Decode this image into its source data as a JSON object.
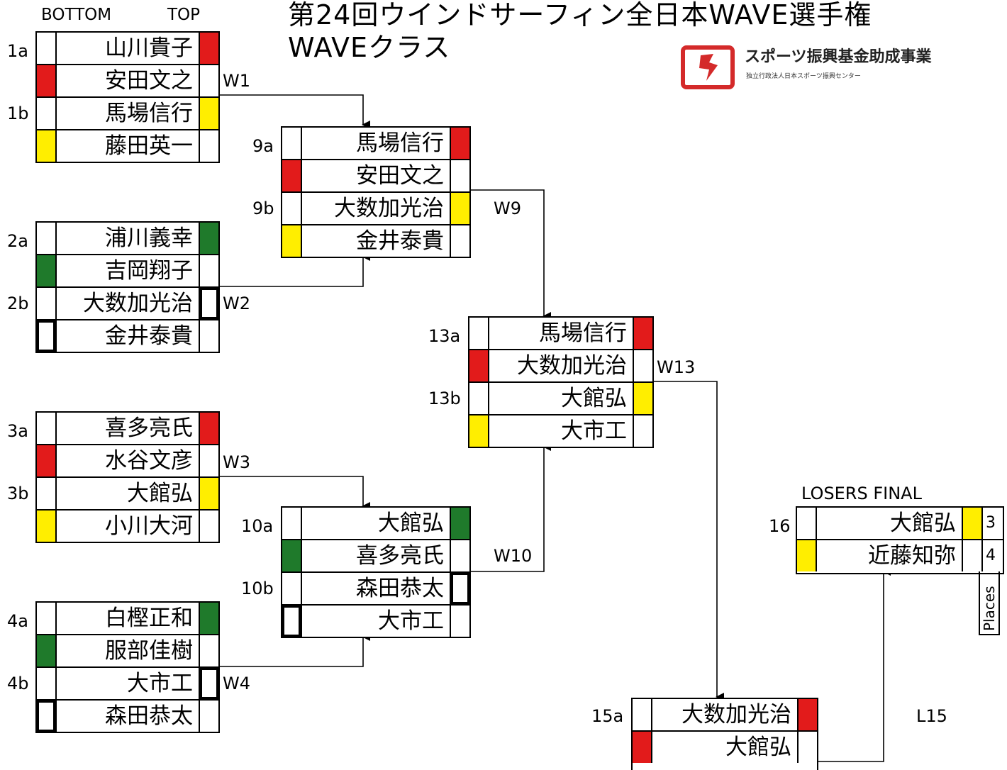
{
  "title": {
    "line1": "第24回ウインドサーフィン全日本WAVE選手権",
    "line2": "WAVEクラス"
  },
  "header": {
    "bottom": "BOTTOM",
    "top": "TOP"
  },
  "sponsor": {
    "name": "スポーツ振興基金助成事業",
    "org": "独立行政法人日本スポーツ振興センター",
    "accent": "#d42a2a"
  },
  "colors": {
    "red": "#e21b1b",
    "yellow": "#ffee00",
    "green": "#1f7a2b"
  },
  "heats": {
    "h1": {
      "labels": [
        "1a",
        "1b"
      ],
      "win": "W1",
      "rows": [
        {
          "name": "山川貴子",
          "left": "",
          "right": "red"
        },
        {
          "name": "安田文之",
          "left": "red",
          "right": ""
        },
        {
          "name": "馬場信行",
          "left": "",
          "right": "yellow"
        },
        {
          "name": "藤田英一",
          "left": "yellow",
          "right": ""
        }
      ]
    },
    "h2": {
      "labels": [
        "2a",
        "2b"
      ],
      "win": "W2",
      "rows": [
        {
          "name": "浦川義幸",
          "left": "",
          "right": "green"
        },
        {
          "name": "吉岡翔子",
          "left": "green",
          "right": ""
        },
        {
          "name": "大数加光治",
          "left": "",
          "right": "thick"
        },
        {
          "name": "金井泰貴",
          "left": "thick",
          "right": ""
        }
      ]
    },
    "h3": {
      "labels": [
        "3a",
        "3b"
      ],
      "win": "W3",
      "rows": [
        {
          "name": "喜多亮氏",
          "left": "",
          "right": "red"
        },
        {
          "name": "水谷文彦",
          "left": "red",
          "right": ""
        },
        {
          "name": "大館弘",
          "left": "",
          "right": "yellow"
        },
        {
          "name": "小川大河",
          "left": "yellow",
          "right": ""
        }
      ]
    },
    "h4": {
      "labels": [
        "4a",
        "4b"
      ],
      "win": "W4",
      "rows": [
        {
          "name": "白樫正和",
          "left": "",
          "right": "green"
        },
        {
          "name": "服部佳樹",
          "left": "green",
          "right": ""
        },
        {
          "name": "大市工",
          "left": "",
          "right": "thick"
        },
        {
          "name": "森田恭太",
          "left": "thick",
          "right": ""
        }
      ]
    },
    "h9": {
      "labels": [
        "9a",
        "9b"
      ],
      "win": "W9",
      "rows": [
        {
          "name": "馬場信行",
          "left": "",
          "right": "red"
        },
        {
          "name": "安田文之",
          "left": "red",
          "right": ""
        },
        {
          "name": "大数加光治",
          "left": "",
          "right": "yellow"
        },
        {
          "name": "金井泰貴",
          "left": "yellow",
          "right": ""
        }
      ]
    },
    "h10": {
      "labels": [
        "10a",
        "10b"
      ],
      "win": "W10",
      "rows": [
        {
          "name": "大館弘",
          "left": "",
          "right": "green"
        },
        {
          "name": "喜多亮氏",
          "left": "green",
          "right": ""
        },
        {
          "name": "森田恭太",
          "left": "",
          "right": "thick"
        },
        {
          "name": "大市工",
          "left": "thick",
          "right": ""
        }
      ]
    },
    "h13": {
      "labels": [
        "13a",
        "13b"
      ],
      "win": "W13",
      "rows": [
        {
          "name": "馬場信行",
          "left": "",
          "right": "red"
        },
        {
          "name": "大数加光治",
          "left": "red",
          "right": ""
        },
        {
          "name": "大館弘",
          "left": "",
          "right": "yellow"
        },
        {
          "name": "大市工",
          "left": "yellow",
          "right": ""
        }
      ]
    },
    "h15": {
      "labels": [
        "15a"
      ],
      "lose": "L15",
      "rows": [
        {
          "name": "大数加光治",
          "left": "",
          "right": "red"
        },
        {
          "name": "大館弘",
          "left": "red",
          "right": ""
        }
      ]
    },
    "h16": {
      "title": "LOSERS FINAL",
      "labels": [
        "16"
      ],
      "places_label": "Places",
      "rows": [
        {
          "name": "大館弘",
          "left": "",
          "right": "yellow",
          "place": "3"
        },
        {
          "name": "近藤知弥",
          "left": "yellow",
          "right": "",
          "place": "4"
        }
      ]
    }
  }
}
